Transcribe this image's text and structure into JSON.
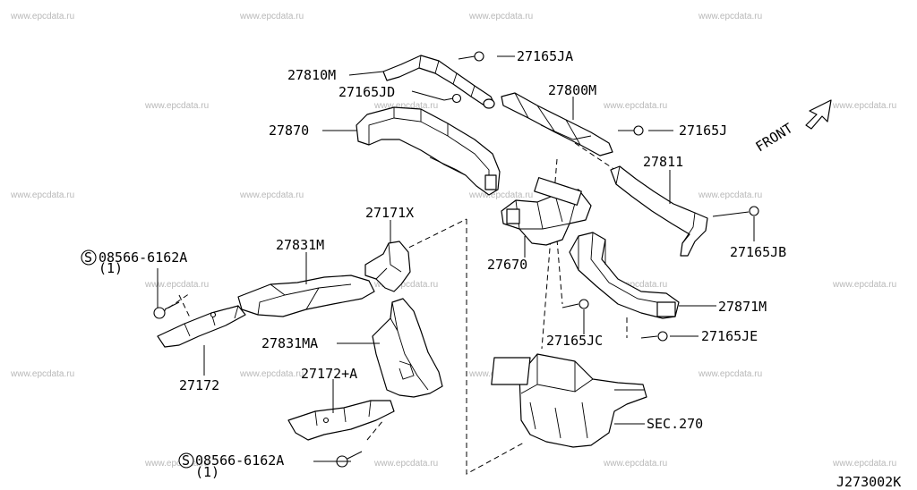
{
  "watermark": "www.epcdata.ru",
  "diagram_code": "J273002K",
  "direction_label": "FRONT",
  "part_labels": [
    {
      "id": "p27810M",
      "text": "27810M"
    },
    {
      "id": "p27165JA",
      "text": "27165JA"
    },
    {
      "id": "p27165JD",
      "text": "27165JD"
    },
    {
      "id": "p27800M",
      "text": "27800M"
    },
    {
      "id": "p27870",
      "text": "27870"
    },
    {
      "id": "p27165J",
      "text": "27165J"
    },
    {
      "id": "p27811",
      "text": "27811"
    },
    {
      "id": "p27171X",
      "text": "27171X"
    },
    {
      "id": "p27831M",
      "text": "27831M"
    },
    {
      "id": "p27670",
      "text": "27670"
    },
    {
      "id": "p27165JB",
      "text": "27165JB"
    },
    {
      "id": "p27871M",
      "text": "27871M"
    },
    {
      "id": "p27831MA",
      "text": "27831MA"
    },
    {
      "id": "p27165JC",
      "text": "27165JC"
    },
    {
      "id": "p27165JE",
      "text": "27165JE"
    },
    {
      "id": "p27172",
      "text": "27172"
    },
    {
      "id": "p27172A",
      "text": "27172+A"
    },
    {
      "id": "pSEC270",
      "text": "SEC.270"
    },
    {
      "id": "pS1",
      "text": "08566-6162A"
    },
    {
      "id": "pS1q",
      "text": "(1)"
    },
    {
      "id": "pS2",
      "text": "08566-6162A"
    },
    {
      "id": "pS2q",
      "text": "(1)"
    }
  ],
  "standard_part_symbol": "S"
}
